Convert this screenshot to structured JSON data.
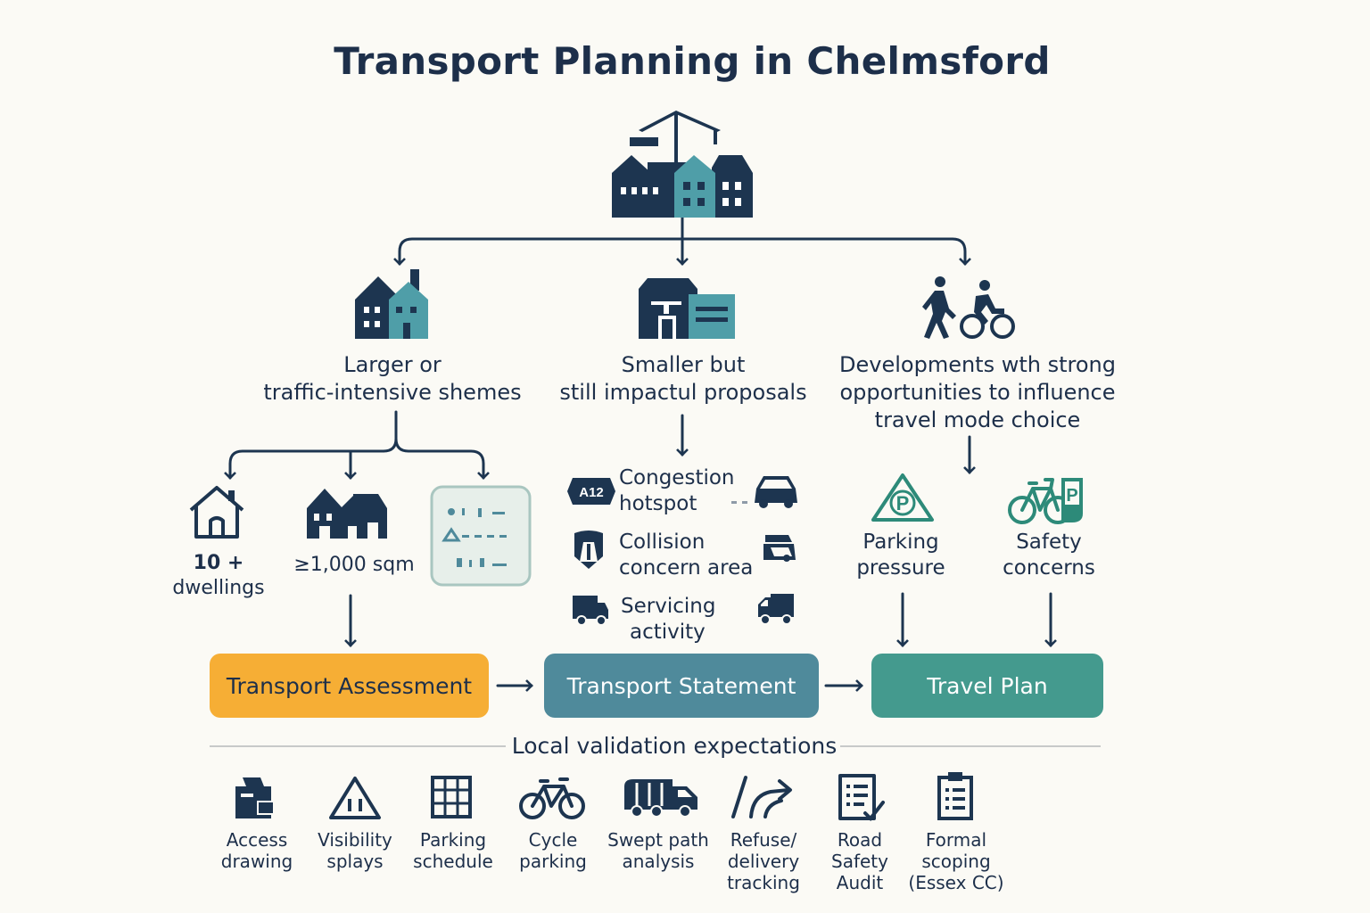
{
  "title": "Transport Planning in Chelmsford",
  "colors": {
    "navy": "#1d3550",
    "teal": "#4f9ea8",
    "green": "#2d8a79",
    "orange": "#f6ae35",
    "statement": "#4f8a9b",
    "travel_plan": "#449a8e"
  },
  "branches": [
    {
      "icon": "houses-icon",
      "label_line1": "Larger or",
      "label_line2": "traffic-intensive shemes"
    },
    {
      "icon": "commercial-building-icon",
      "label_line1": "Smaller but",
      "label_line2": "still impactul proposals"
    },
    {
      "icon": "pedestrian-cyclist-icon",
      "label_line1": "Developments wth strong",
      "label_line2": "opportunities to influence",
      "label_line3": "travel mode choice"
    }
  ],
  "thresholds": [
    {
      "icon": "house-icon",
      "line1": "10 +",
      "line2": "dwellings"
    },
    {
      "icon": "buildings-icon",
      "line1": "≥1,000 sqm"
    },
    {
      "icon": "site-plan-icon"
    }
  ],
  "criteria": [
    {
      "badge": "A12",
      "line1": "Congestion",
      "line2": "hotspot",
      "side_icon": "car-icon"
    },
    {
      "icon": "road-icon",
      "line1": "Collision",
      "line2": "concern area",
      "side_icon": "crash-icon"
    },
    {
      "icon": "van-icon",
      "line1": "Servicing",
      "line2": "activity",
      "side_icon": "truck-icon"
    }
  ],
  "mode_factors": [
    {
      "icon": "parking-sign-icon",
      "badge": "P",
      "line1": "Parking",
      "line2": "pressure"
    },
    {
      "icon": "bike-parking-icon",
      "badge": "P",
      "line1": "Safety",
      "line2": "concerns"
    }
  ],
  "documents": {
    "assessment": "Transport Assessment",
    "statement": "Transport Statement",
    "travel_plan": "Travel Plan"
  },
  "validation": {
    "title": "Local validation expectations",
    "items": [
      {
        "icon": "access-drawing-icon",
        "line1": "Access",
        "line2": "drawing"
      },
      {
        "icon": "warning-triangle-icon",
        "line1": "Visibility",
        "line2": "splays"
      },
      {
        "icon": "grid-icon",
        "line1": "Parking",
        "line2": "schedule"
      },
      {
        "icon": "bicycle-icon",
        "line1": "Cycle",
        "line2": "parking"
      },
      {
        "icon": "lorry-icon",
        "line1": "Swept path",
        "line2": "analysis"
      },
      {
        "icon": "swept-path-icon",
        "line1": "Refuse/",
        "line2": "delivery",
        "line3": "tracking"
      },
      {
        "icon": "checklist-icon",
        "line1": "Road",
        "line2": "Safety",
        "line3": "Audit"
      },
      {
        "icon": "clipboard-icon",
        "line1": "Formal",
        "line2": "scoping",
        "line3": "(Essex CC)"
      }
    ]
  }
}
